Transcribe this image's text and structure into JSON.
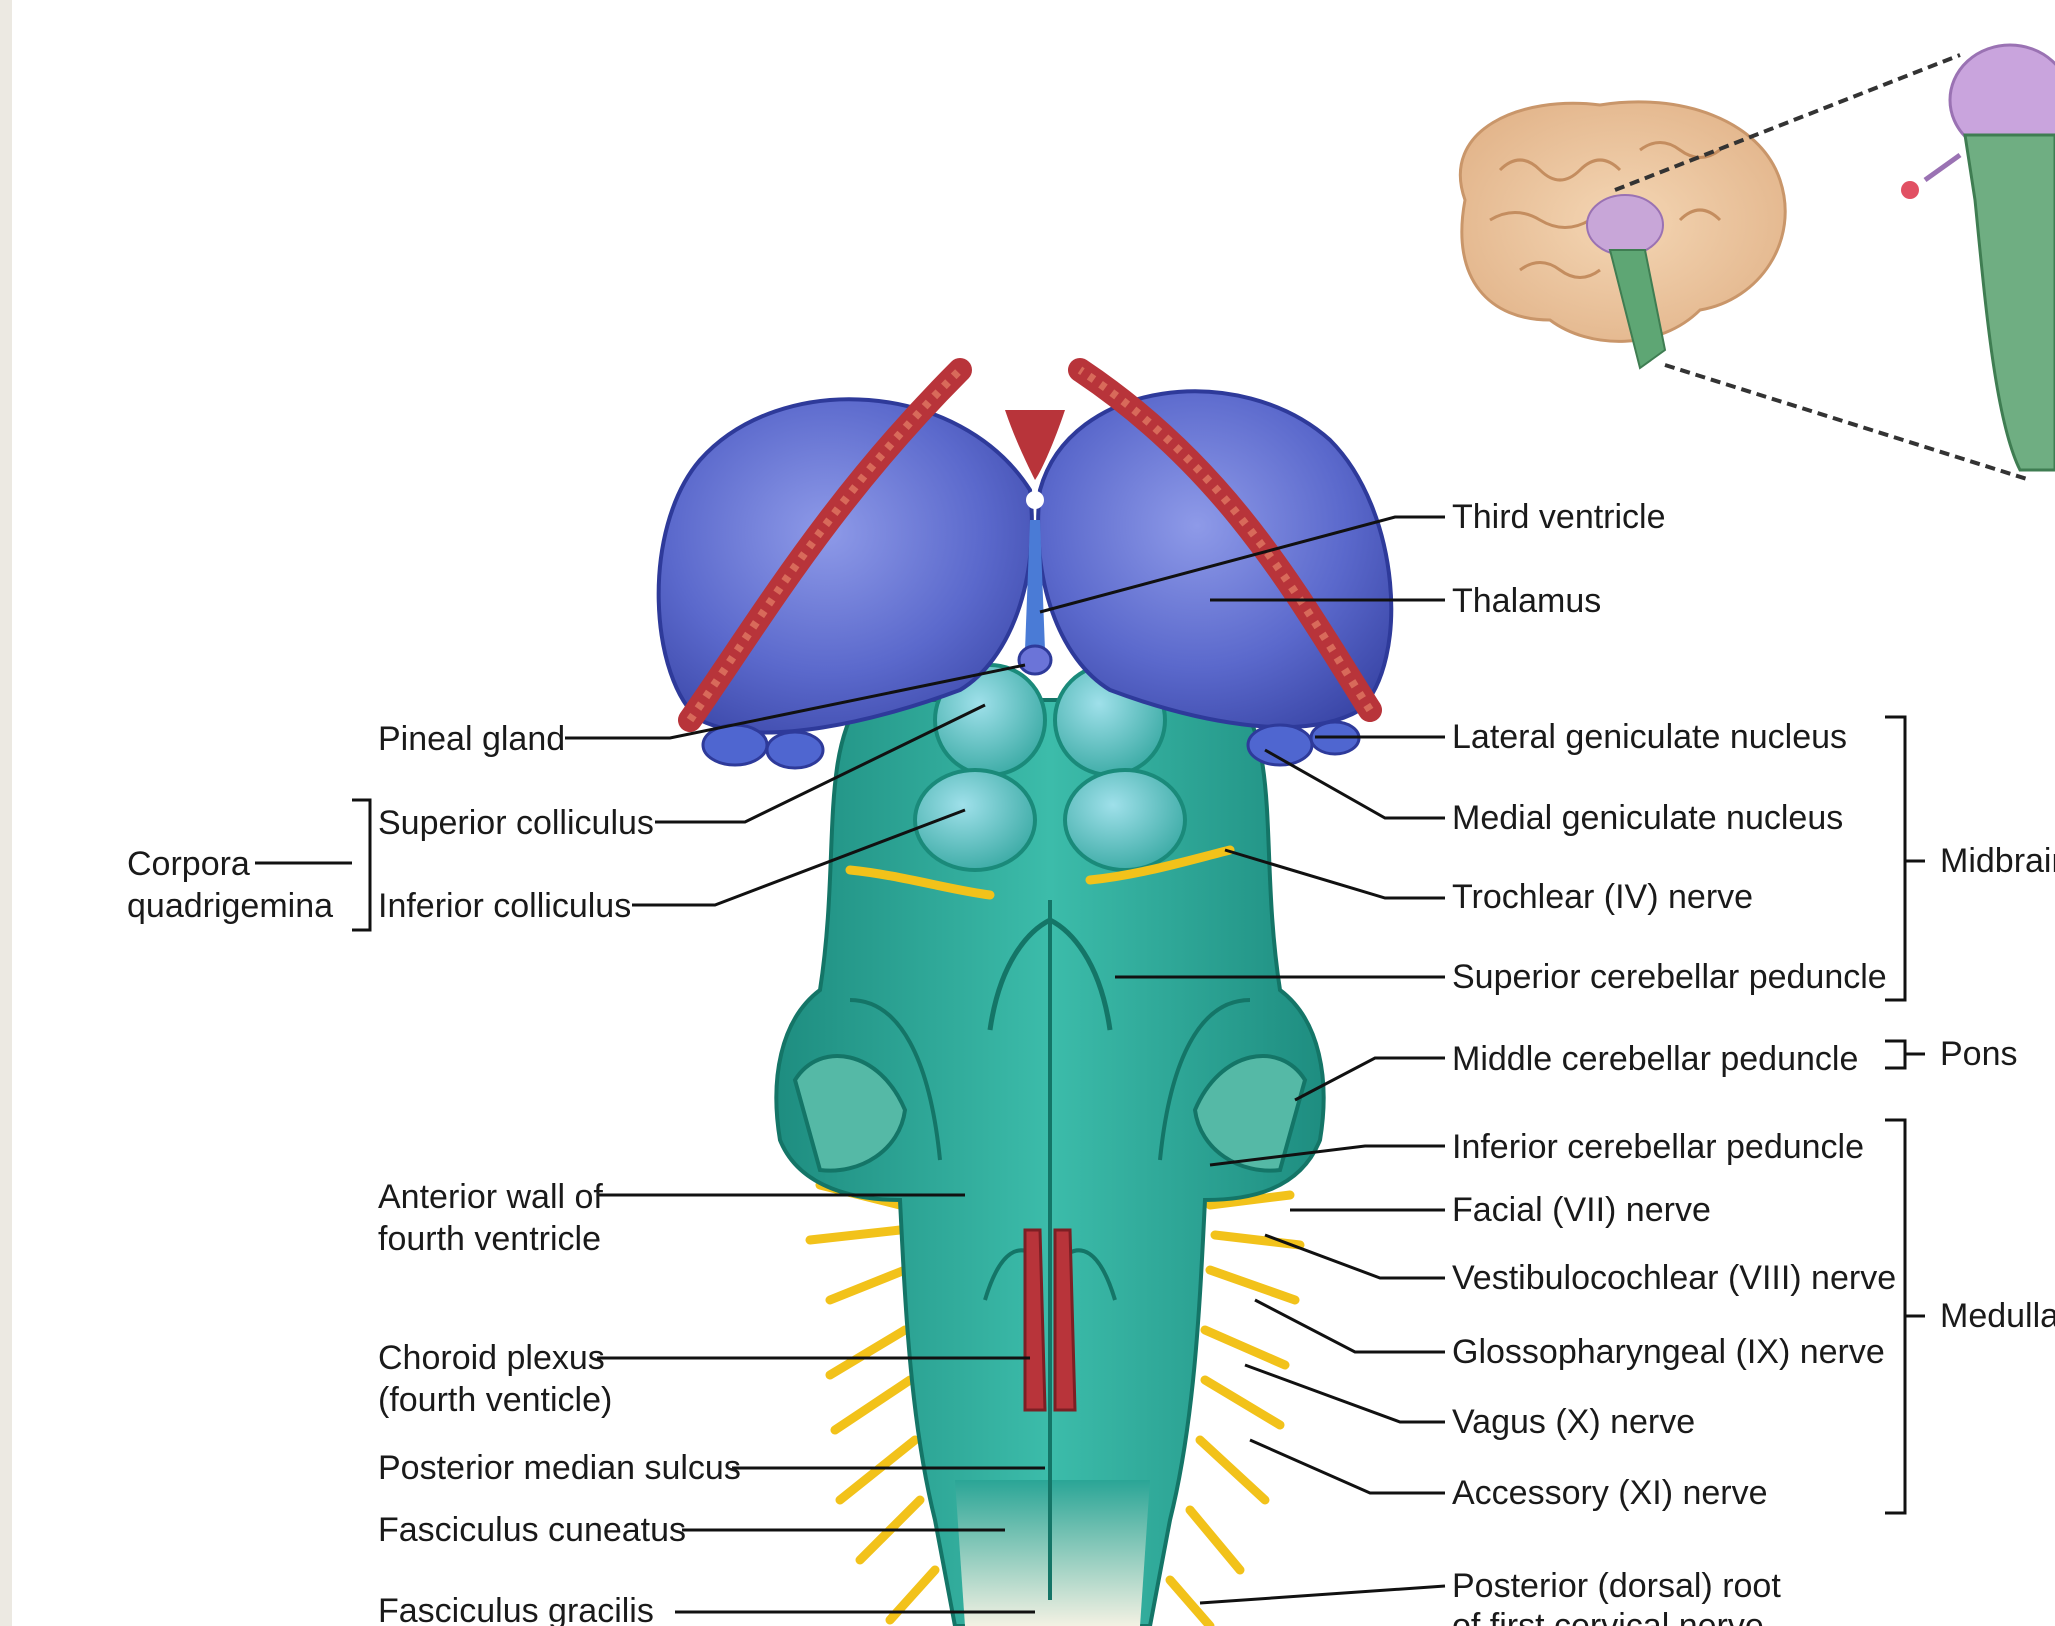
{
  "labels_left": {
    "pineal_gland": "Pineal gland",
    "superior_colliculus": "Superior colliculus",
    "inferior_colliculus": "Inferior colliculus",
    "corpora_1": "Corpora",
    "corpora_2": "quadrigemina",
    "anterior_wall_1": "Anterior wall of",
    "anterior_wall_2": "fourth ventricle",
    "choroid_1": "Choroid plexus",
    "choroid_2": "(fourth venticle)",
    "posterior_median_sulcus": "Posterior median sulcus",
    "fasciculus_cuneatus": "Fasciculus cuneatus",
    "fasciculus_gracilis": "Fasciculus gracilis"
  },
  "labels_right": {
    "third_ventricle": "Third ventricle",
    "thalamus": "Thalamus",
    "lateral_geniculate": "Lateral geniculate nucleus",
    "medial_geniculate": "Medial geniculate nucleus",
    "trochlear": "Trochlear (IV) nerve",
    "superior_cerebellar": "Superior cerebellar peduncle",
    "middle_cerebellar": "Middle cerebellar peduncle",
    "inferior_cerebellar": "Inferior cerebellar peduncle",
    "facial": "Facial (VII) nerve",
    "vestibulocochlear": "Vestibulocochlear (VIII) nerve",
    "glossopharyngeal": "Glossopharyngeal (IX) nerve",
    "vagus": "Vagus (X) nerve",
    "accessory": "Accessory (XI) nerve",
    "posterior_root_1": "Posterior (dorsal) root",
    "posterior_root_2": "of first cervical nerve"
  },
  "regions": {
    "midbrain": "Midbrain",
    "pons": "Pons",
    "medulla": "Medulla"
  },
  "colors": {
    "thalamus": "#5f6fcf",
    "brainstem": "#2aa596",
    "choroid": "#b8343a",
    "nerve": "#f2c21a",
    "leader": "#111111"
  }
}
